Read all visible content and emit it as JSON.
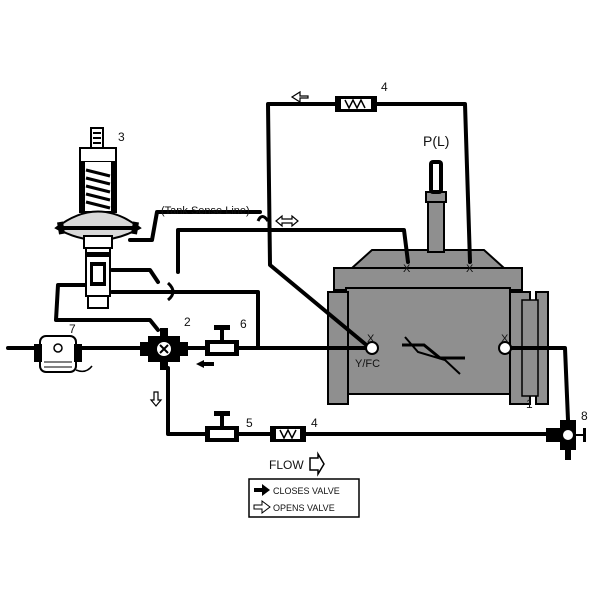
{
  "labels": {
    "c1": "1",
    "c2": "2",
    "c3": "3",
    "c4_top": "4",
    "c4_bottom": "4",
    "c5": "5",
    "c6": "6",
    "c7": "7",
    "c8": "8",
    "pilot_tag": "P(L)",
    "tank_sense": "(Tank Sense Line)",
    "port_yfc": "Y/FC",
    "x_mark": "X",
    "flow": "FLOW"
  },
  "legend": {
    "closes": "CLOSES VALVE",
    "opens": "OPENS VALVE"
  },
  "colors": {
    "valve_body": "#8f8f8f",
    "pipe": "#000000",
    "spring": "#cfcfcf"
  }
}
